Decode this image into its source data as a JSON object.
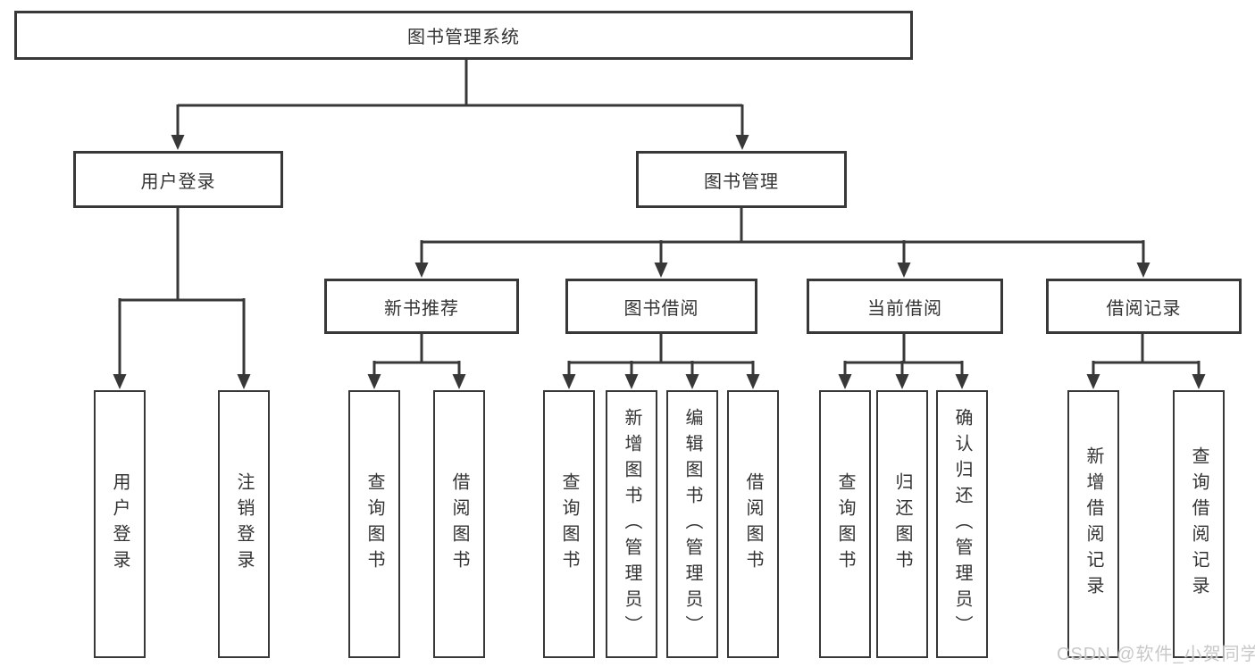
{
  "tree": {
    "root": {
      "label": "图书管理系统"
    },
    "children": [
      {
        "label": "用户登录",
        "children": [
          {
            "label": "用户登录"
          },
          {
            "label": "注销登录"
          }
        ]
      },
      {
        "label": "图书管理",
        "children": [
          {
            "label": "新书推荐",
            "children": [
              {
                "label": "查询图书"
              },
              {
                "label": "借阅图书"
              }
            ]
          },
          {
            "label": "图书借阅",
            "children": [
              {
                "label": "查询图书"
              },
              {
                "label": "新增图书（管理员）"
              },
              {
                "label": "编辑图书（管理员）"
              },
              {
                "label": "借阅图书"
              }
            ]
          },
          {
            "label": "当前借阅",
            "children": [
              {
                "label": "查询图书"
              },
              {
                "label": "归还图书"
              },
              {
                "label": "确认归还（管理员）"
              }
            ]
          },
          {
            "label": "借阅记录",
            "children": [
              {
                "label": "新增借阅记录"
              },
              {
                "label": "查询借阅记录"
              }
            ]
          }
        ]
      }
    ]
  },
  "watermark": {
    "text": "CSDN @软件_小贺同学"
  },
  "colors": {
    "line": "#383838",
    "text": "#333333",
    "watermark": "#c8c8c8",
    "background": "#ffffff"
  }
}
